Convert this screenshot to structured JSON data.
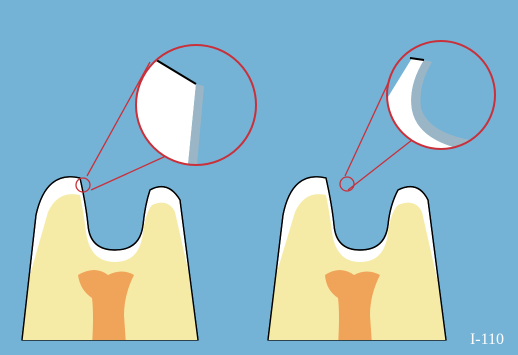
{
  "figure": {
    "label": "I-110",
    "background_color": "#74b3d6",
    "callout_color": "#c9303a",
    "enamel_color": "#ffffff",
    "dentin_color": "#f6eba6",
    "pulp_color": "#f0a45a",
    "panels": [
      {
        "name": "left-tooth",
        "cavity_wall": "straight"
      },
      {
        "name": "right-tooth",
        "cavity_wall": "rounded"
      }
    ]
  }
}
